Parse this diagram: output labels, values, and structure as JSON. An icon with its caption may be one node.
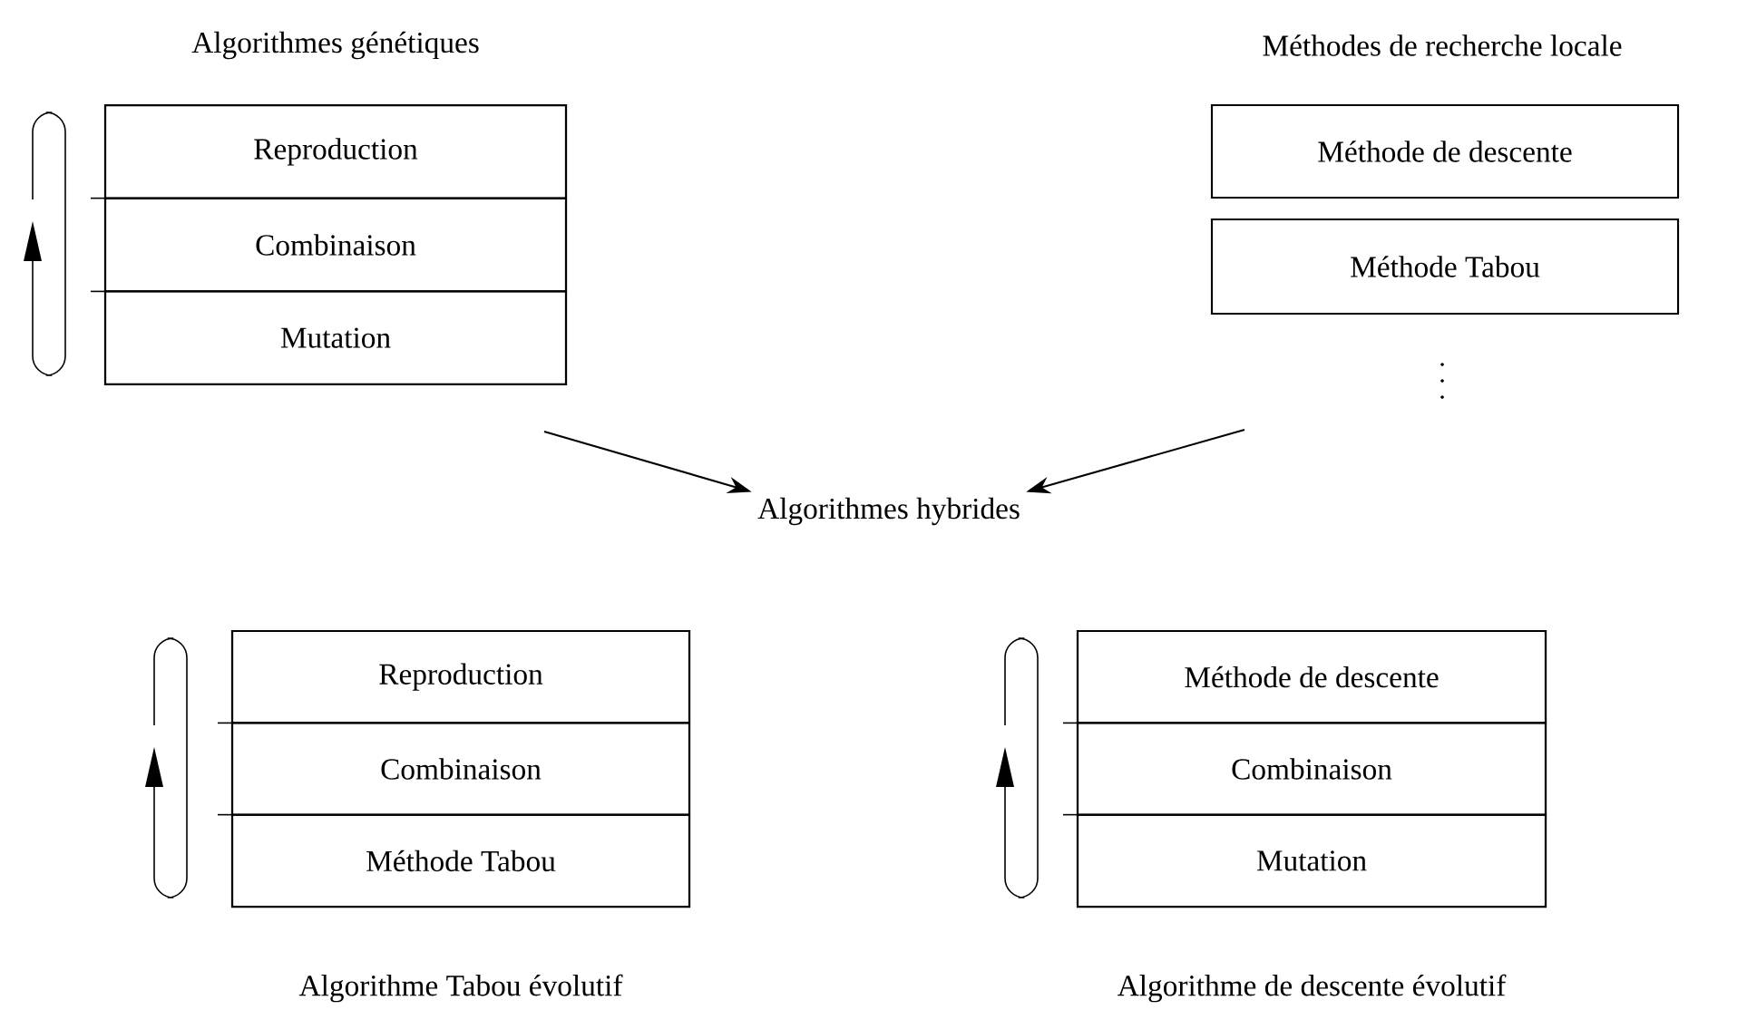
{
  "diagram": {
    "nodes": [
      {
        "text": [
          "Algorithmes génétiques"
        ]
      },
      {
        "text": [
          "Reproduction"
        ],
        "in": 0
      },
      {
        "text": [
          "Combinaison"
        ],
        "in": 0
      },
      {
        "text": [
          "Mutation"
        ],
        "in": 0
      },
      {
        "text": [
          "Méthode de descente"
        ]
      },
      {
        "text": [
          "Méthode Tabou"
        ]
      },
      {
        "text": [
          "Algorithmes hybrides"
        ]
      },
      {
        "text": [
          "Algorithme Tabou évolutif"
        ]
      },
      {
        "text": [
          "Reproduction"
        ],
        "in": 7
      },
      {
        "text": [
          "Combinaison"
        ],
        "in": 7
      },
      {
        "text": [
          "Méthode Tabou"
        ],
        "in": 7
      },
      {
        "text": [
          "Algorithme de descente évolutif"
        ]
      },
      {
        "text": [
          "Méthode de descente"
        ],
        "in": 11
      },
      {
        "text": [
          "Combinaison"
        ],
        "in": 11
      },
      {
        "text": [
          "Mutation"
        ],
        "in": 11
      }
    ],
    "edges": [
      {
        "from": null,
        "to": 6,
        "arrow": "to"
      },
      {
        "from": null,
        "to": 6,
        "arrow": "to"
      }
    ],
    "labels": [
      "Méthodes de recherche locale"
    ]
  }
}
